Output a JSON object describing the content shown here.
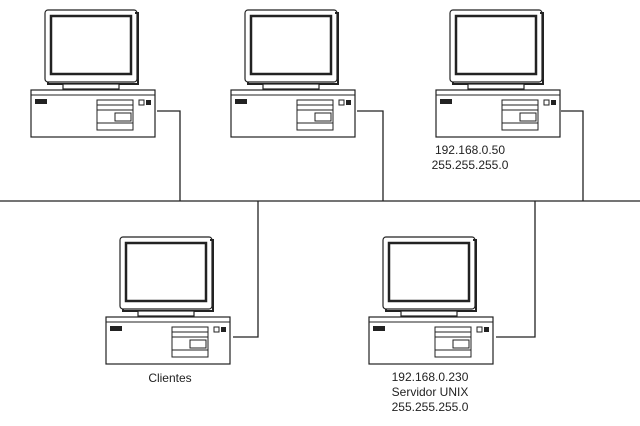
{
  "computers": [
    {
      "id": "pc-1",
      "label_lines": []
    },
    {
      "id": "pc-2",
      "label_lines": []
    },
    {
      "id": "pc-3",
      "label_lines": [
        "192.168.0.50",
        "255.255.255.0"
      ]
    },
    {
      "id": "pc-4",
      "label_lines": [
        "Clientes"
      ]
    },
    {
      "id": "pc-5",
      "label_lines": [
        "192.168.0.230",
        "Servidor UNIX",
        "255.255.255.0"
      ]
    }
  ],
  "colors": {
    "line": "#222222",
    "fill": "#ffffff",
    "screen": "#ffffff"
  }
}
